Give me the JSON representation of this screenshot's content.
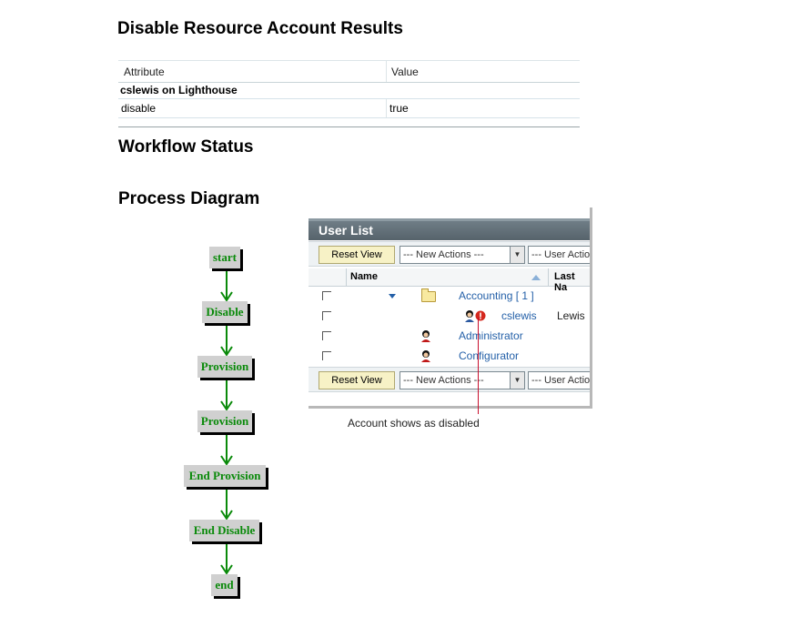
{
  "page_title": "Disable Resource Account Results",
  "results_table": {
    "headers": [
      "Attribute",
      "Value"
    ],
    "group": "cslewis on Lighthouse",
    "rows": [
      {
        "attribute": "disable",
        "value": "true"
      }
    ]
  },
  "workflow_heading": "Workflow Status",
  "process_heading": "Process Diagram",
  "process_nodes": [
    "start",
    "Disable",
    "Provision",
    "Provision",
    "End Provision",
    "End Disable",
    "end"
  ],
  "colors": {
    "node_text": "#0a8a0a",
    "node_bg": "#d0d0d0",
    "arrow": "#0a8a0a",
    "link": "#2460a8",
    "callout": "#c8102e"
  },
  "user_list": {
    "title": "User List",
    "reset_view": "Reset View",
    "new_actions": "--- New Actions ---",
    "user_actions": "--- User Actio",
    "columns": {
      "name": "Name",
      "last_name": "Last Na"
    },
    "rows": [
      {
        "name": "Accounting [ 1 ]",
        "type": "folder-icon"
      },
      {
        "name": "cslewis",
        "last_name": "Lewis",
        "type": "disabled-user-icon"
      },
      {
        "name": "Administrator",
        "type": "user-icon"
      },
      {
        "name": "Configurator",
        "type": "user-icon"
      }
    ]
  },
  "callout": "Account shows as disabled"
}
